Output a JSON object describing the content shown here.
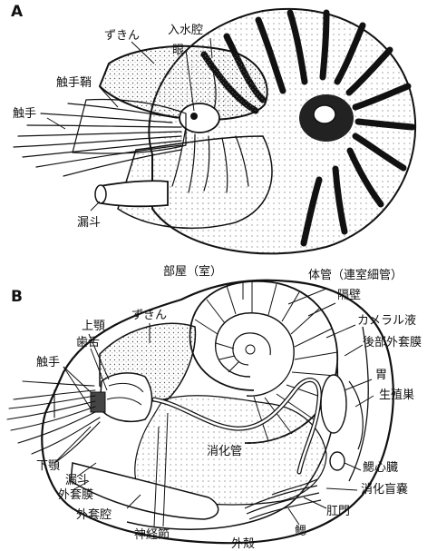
{
  "panels": {
    "a": {
      "letter": "A",
      "labels": {
        "inlet_cavity": "入水腔",
        "hood": "ずきん",
        "eye": "眼",
        "tentacle_sheath": "触手鞘",
        "tentacles": "触手",
        "funnel": "漏斗"
      }
    },
    "b": {
      "letter": "B",
      "labels": {
        "chamber": "部屋（室）",
        "siphuncle": "体管（連室細管）",
        "septum": "隔壁",
        "hood": "ずきん",
        "upper_jaw": "上顎",
        "radula": "歯舌",
        "camera_fluid": "カメラル液",
        "posterior_mantle": "後部外套膜",
        "tentacles": "触手",
        "stomach": "胃",
        "gonad": "生殖巣",
        "digestive_tract": "消化管",
        "lower_jaw": "下顎",
        "funnel": "漏斗",
        "branchial_heart": "鰓心臓",
        "mantle": "外套膜",
        "digestive_caecum": "消化盲嚢",
        "mantle_cavity": "外套腔",
        "anus": "肛門",
        "nerve_ganglion": "神経節",
        "gill": "鰓",
        "shell": "外殻"
      }
    }
  },
  "colors": {
    "ink": "#111111",
    "paper": "#ffffff"
  }
}
